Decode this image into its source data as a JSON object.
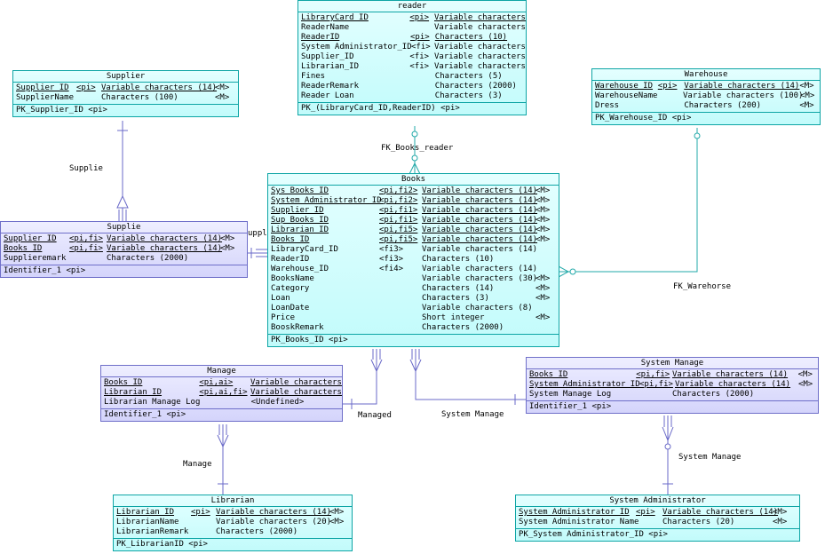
{
  "entities": {
    "reader": {
      "title": "reader",
      "attrs": [
        {
          "name": "LibraryCard_ID",
          "key": "<pi>",
          "type": "Variable characters",
          "m": "",
          "u": true
        },
        {
          "name": "ReaderName",
          "key": "",
          "type": "Variable characters",
          "m": "",
          "u": false
        },
        {
          "name": "ReaderID",
          "key": "<pi>",
          "type": "Characters (10)",
          "m": "",
          "u": true
        },
        {
          "name": "System Administrator_ID",
          "key": "<fi>",
          "type": "Variable characters",
          "m": "",
          "u": false
        },
        {
          "name": "Supplier_ID",
          "key": "<fi>",
          "type": "Variable characters",
          "m": "",
          "u": false
        },
        {
          "name": "Librarian_ID",
          "key": "<fi>",
          "type": "Variable characters",
          "m": "",
          "u": false
        },
        {
          "name": "Fines",
          "key": "",
          "type": "Characters (5)",
          "m": "",
          "u": false
        },
        {
          "name": "ReaderRemark",
          "key": "",
          "type": "Characters (2000)",
          "m": "",
          "u": false
        },
        {
          "name": "Reader Loan",
          "key": "",
          "type": "Characters (3)",
          "m": "",
          "u": false
        }
      ],
      "keys": "PK_(LibraryCard_ID,ReaderID)  <pi>"
    },
    "supplier": {
      "title": "Supplier",
      "attrs": [
        {
          "name": "Supplier_ID",
          "key": "<pi>",
          "type": "Variable characters (14)",
          "m": "<M>",
          "u": true
        },
        {
          "name": "SupplierName",
          "key": "",
          "type": "Characters (100)",
          "m": "<M>",
          "u": false
        }
      ],
      "keys": "PK_Supplier_ID  <pi>"
    },
    "warehouse": {
      "title": "Warehouse",
      "attrs": [
        {
          "name": "Warehouse_ID",
          "key": "<pi>",
          "type": "Variable characters (14)",
          "m": "<M>",
          "u": true
        },
        {
          "name": "WarehouseName",
          "key": "",
          "type": "Variable characters (100)",
          "m": "<M>",
          "u": false
        },
        {
          "name": "Dress",
          "key": "",
          "type": "Characters (200)",
          "m": "<M>",
          "u": false
        }
      ],
      "keys": "PK_Warehouse_ID  <pi>"
    },
    "books": {
      "title": "Books",
      "attrs": [
        {
          "name": "Sys_Books_ID",
          "key": "<pi,fi2>",
          "type": "Variable characters (14)",
          "m": "<M>",
          "u": true
        },
        {
          "name": "System Administrator_ID",
          "key": "<pi,fi2>",
          "type": "Variable characters (14)",
          "m": "<M>",
          "u": true
        },
        {
          "name": "Supplier_ID",
          "key": "<pi,fi1>",
          "type": "Variable characters (14)",
          "m": "<M>",
          "u": true
        },
        {
          "name": "Sup_Books_ID",
          "key": "<pi,fi1>",
          "type": "Variable characters (14)",
          "m": "<M>",
          "u": true
        },
        {
          "name": "Librarian_ID",
          "key": "<pi,fi5>",
          "type": "Variable characters (14)",
          "m": "<M>",
          "u": true
        },
        {
          "name": "Books_ID",
          "key": "<pi,fi5>",
          "type": "Variable characters (14)",
          "m": "<M>",
          "u": true
        },
        {
          "name": "LibraryCard_ID",
          "key": "<fi3>",
          "type": "Variable characters (14)",
          "m": "",
          "u": false
        },
        {
          "name": "ReaderID",
          "key": "<fi3>",
          "type": "Characters (10)",
          "m": "",
          "u": false
        },
        {
          "name": "Warehouse_ID",
          "key": "<fi4>",
          "type": "Variable characters (14)",
          "m": "",
          "u": false
        },
        {
          "name": "BooksName",
          "key": "",
          "type": "Variable characters (30)",
          "m": "<M>",
          "u": false
        },
        {
          "name": "Category",
          "key": "",
          "type": "Characters (14)",
          "m": "<M>",
          "u": false
        },
        {
          "name": "Loan",
          "key": "",
          "type": "Characters (3)",
          "m": "<M>",
          "u": false
        },
        {
          "name": "LoanDate",
          "key": "",
          "type": "Variable characters (8)",
          "m": "",
          "u": false
        },
        {
          "name": "Price",
          "key": "",
          "type": "Short integer",
          "m": "<M>",
          "u": false
        },
        {
          "name": "BooskRemark",
          "key": "",
          "type": "Characters (2000)",
          "m": "",
          "u": false
        }
      ],
      "keys": "PK_Books_ID  <pi>"
    },
    "supplie": {
      "title": "Supplie",
      "attrs": [
        {
          "name": "Supplier_ID",
          "key": "<pi,fi>",
          "type": "Variable characters (14)",
          "m": "<M>",
          "u": true
        },
        {
          "name": "Books_ID",
          "key": "<pi,fi>",
          "type": "Variable characters (14)",
          "m": "<M>",
          "u": true
        },
        {
          "name": "Supplieremark",
          "key": "",
          "type": "Characters (2000)",
          "m": "",
          "u": false
        }
      ],
      "keys": "Identifier_1  <pi>"
    },
    "manage": {
      "title": "Manage",
      "attrs": [
        {
          "name": "Books_ID",
          "key": "<pi,ai>",
          "type": "Variable characters",
          "m": "",
          "u": true
        },
        {
          "name": "Librarian_ID",
          "key": "<pi,ai,fi>",
          "type": "Variable characters",
          "m": "",
          "u": true
        },
        {
          "name": "Librarian Manage Log",
          "key": "",
          "type": "<Undefined>",
          "m": "",
          "u": false
        }
      ],
      "keys": "Identifier_1  <pi>"
    },
    "system_manage": {
      "title": "System Manage",
      "attrs": [
        {
          "name": "Books_ID",
          "key": "<pi,fi>",
          "type": "Variable characters (14)",
          "m": "<M>",
          "u": true
        },
        {
          "name": "System Administrator_ID",
          "key": "<pi,fi>",
          "type": "Variable characters (14)",
          "m": "<M>",
          "u": true
        },
        {
          "name": "System Manage Log",
          "key": "",
          "type": "Characters (2000)",
          "m": "",
          "u": false
        }
      ],
      "keys": "Identifier_1  <pi>"
    },
    "librarian": {
      "title": "Librarian",
      "attrs": [
        {
          "name": "Librarian_ID",
          "key": "<pi>",
          "type": "Variable characters (14)",
          "m": "<M>",
          "u": true
        },
        {
          "name": "LibrarianName",
          "key": "",
          "type": "Variable characters (20)",
          "m": "<M>",
          "u": false
        },
        {
          "name": "LibrarianRemark",
          "key": "",
          "type": "Characters (2000)",
          "m": "",
          "u": false
        }
      ],
      "keys": "PK_LibrarianID  <pi>"
    },
    "system_administrator": {
      "title": "System Administrator",
      "attrs": [
        {
          "name": "System Administrator_ID",
          "key": "<pi>",
          "type": "Variable characters (14)",
          "m": "<M>",
          "u": true
        },
        {
          "name": "System Administrator Name",
          "key": "",
          "type": "Characters (20)",
          "m": "<M>",
          "u": false
        }
      ],
      "keys": "PK_System Administrator_ID  <pi>"
    }
  },
  "labels": {
    "supplie_rel": "Supplie",
    "supplie_cut": "upplie",
    "fk_books_reader": "FK_Books_reader",
    "fk_warehorse": "FK_Warehorse",
    "managed": "Managed",
    "system_manage_rel": "System Manage",
    "manage_rel": "Manage",
    "system_manage_rel2": "System Manage"
  },
  "colors": {
    "cyan_border": "#0ea5a5",
    "purple_border": "#6f6fc9",
    "cyan_line": "#22a9a9",
    "purple_line": "#6a6ac8"
  }
}
